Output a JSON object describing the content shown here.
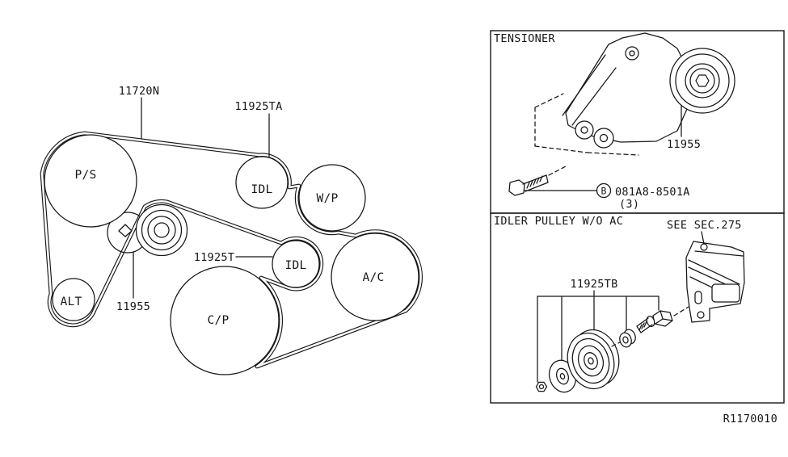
{
  "page": {
    "code": "R1170010"
  },
  "colors": {
    "line": "#161616",
    "background": "#ffffff"
  },
  "main_diagram": {
    "pulleys": [
      {
        "label": "P/S"
      },
      {
        "label": "IDL"
      },
      {
        "label": "W/P"
      },
      {
        "label": "IDL"
      },
      {
        "label": "A/C"
      },
      {
        "label": "C/P"
      },
      {
        "label": "ALT"
      }
    ],
    "labels": {
      "belt": "11720N",
      "idler_upper": "11925TA",
      "idler_lower": "11925T",
      "tensioner": "11955"
    }
  },
  "tensioner_panel": {
    "title": "TENSIONER",
    "pulley_part": "11955",
    "bolt_symbol": "B",
    "bolt_part": "081A8-8501A",
    "bolt_qty": "(3)"
  },
  "idler_panel": {
    "title": "IDLER PULLEY W/O AC",
    "bracket_ref": "SEE SEC.275",
    "pulley_part": "11925TB"
  }
}
